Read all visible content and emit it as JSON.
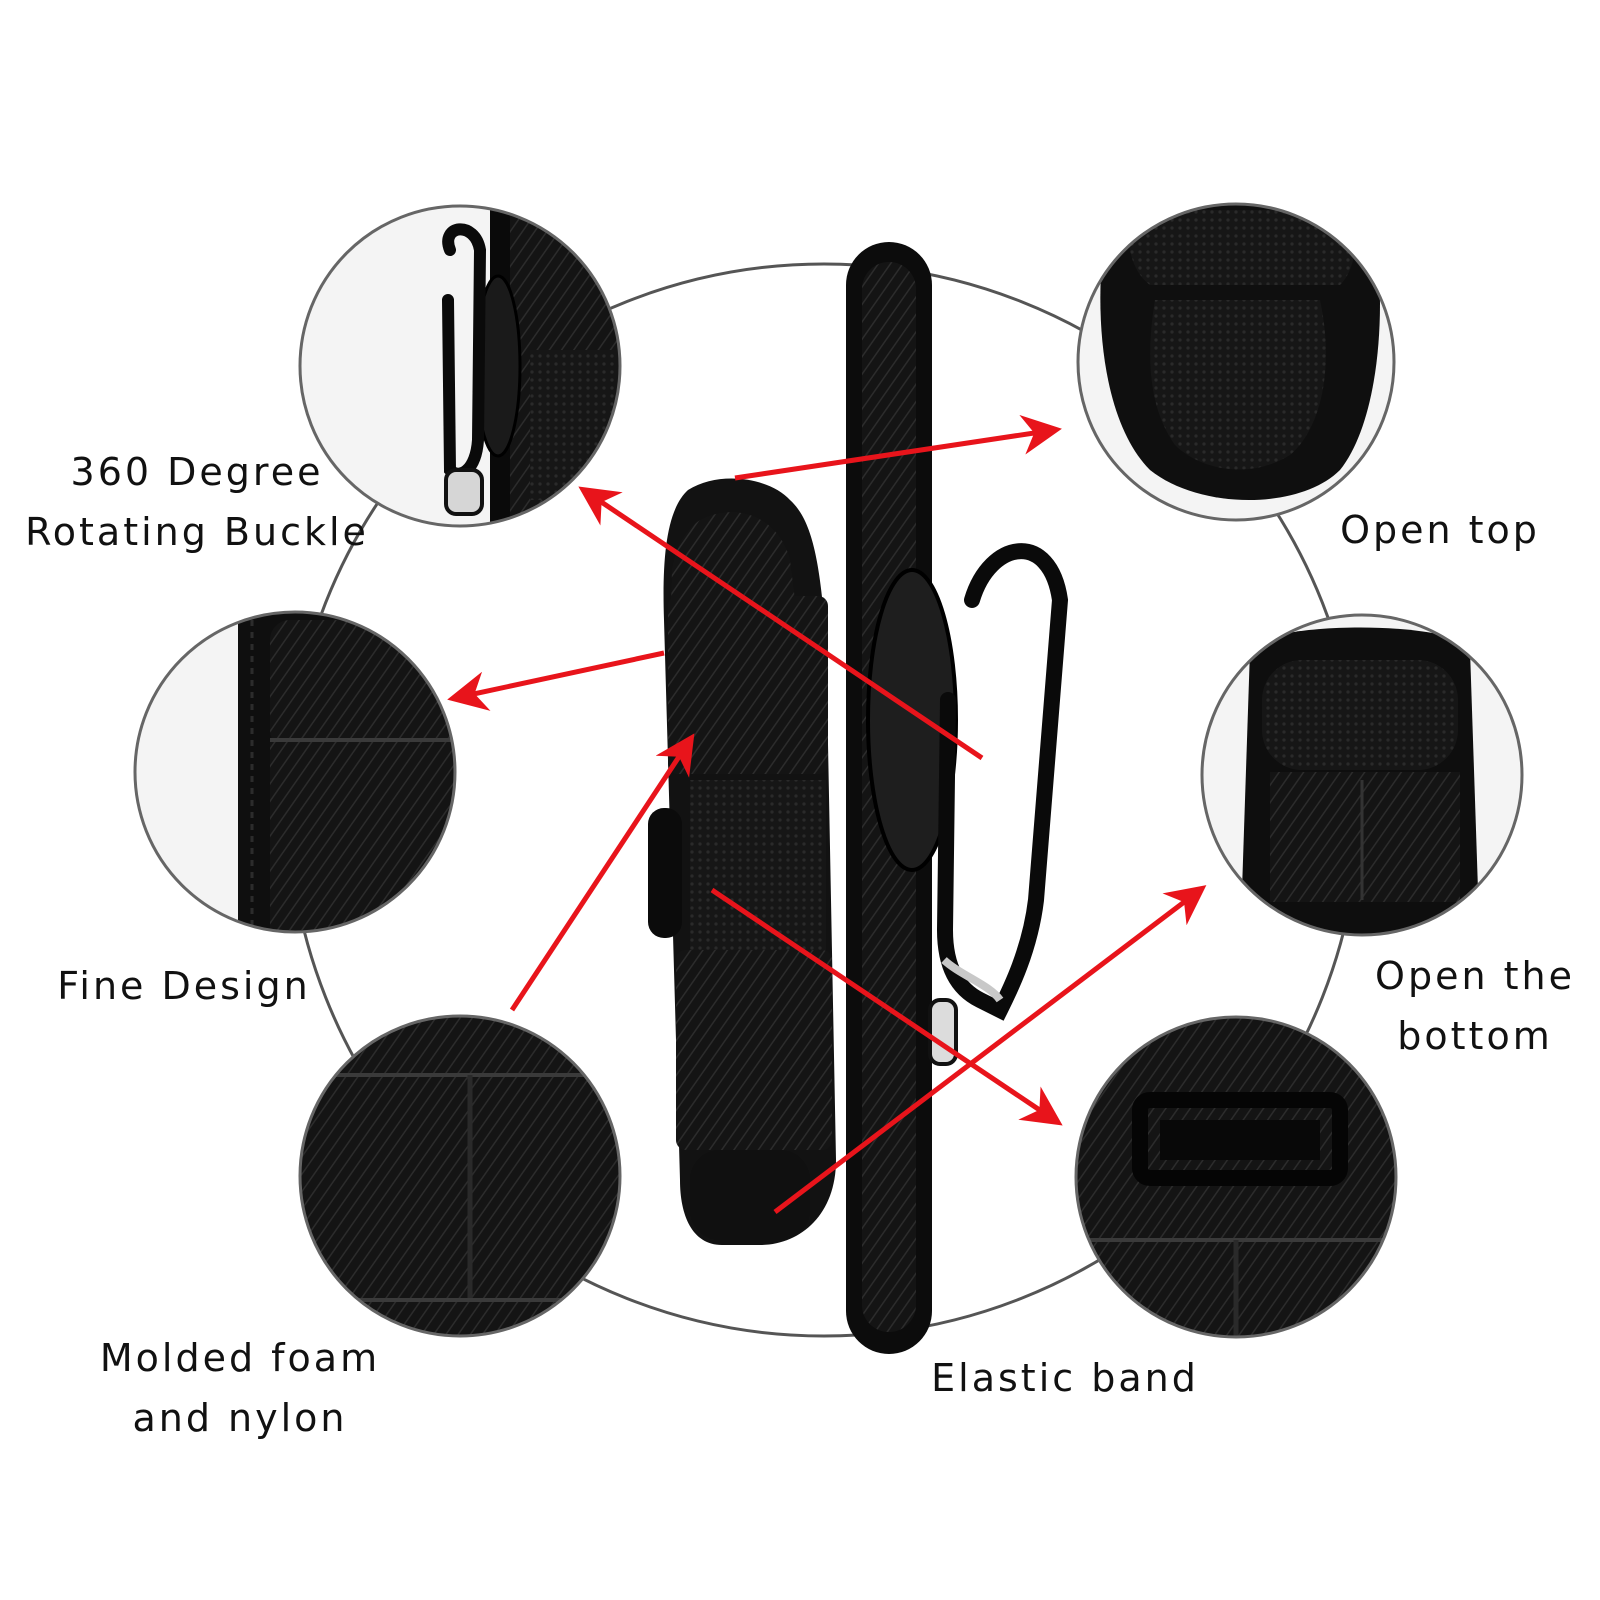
{
  "background_color": "#ffffff",
  "accent_color": "#e8141b",
  "product_color": "#141414",
  "callouts": [
    {
      "id": "rotating-buckle",
      "icon": "belt-clip-closeup",
      "lines": [
        "360 Degree",
        "Rotating Buckle"
      ]
    },
    {
      "id": "fine-design",
      "icon": "stitching-closeup",
      "lines": [
        "Fine Design"
      ]
    },
    {
      "id": "molded-foam",
      "icon": "nylon-fabric-closeup",
      "lines": [
        "Molded foam",
        "and nylon"
      ]
    },
    {
      "id": "open-top",
      "icon": "open-top-closeup",
      "lines": [
        "Open top"
      ]
    },
    {
      "id": "open-bottom",
      "icon": "open-bottom-closeup",
      "lines": [
        "Open the",
        "bottom"
      ]
    },
    {
      "id": "elastic-band",
      "icon": "elastic-band-closeup",
      "lines": [
        "Elastic band"
      ]
    }
  ]
}
